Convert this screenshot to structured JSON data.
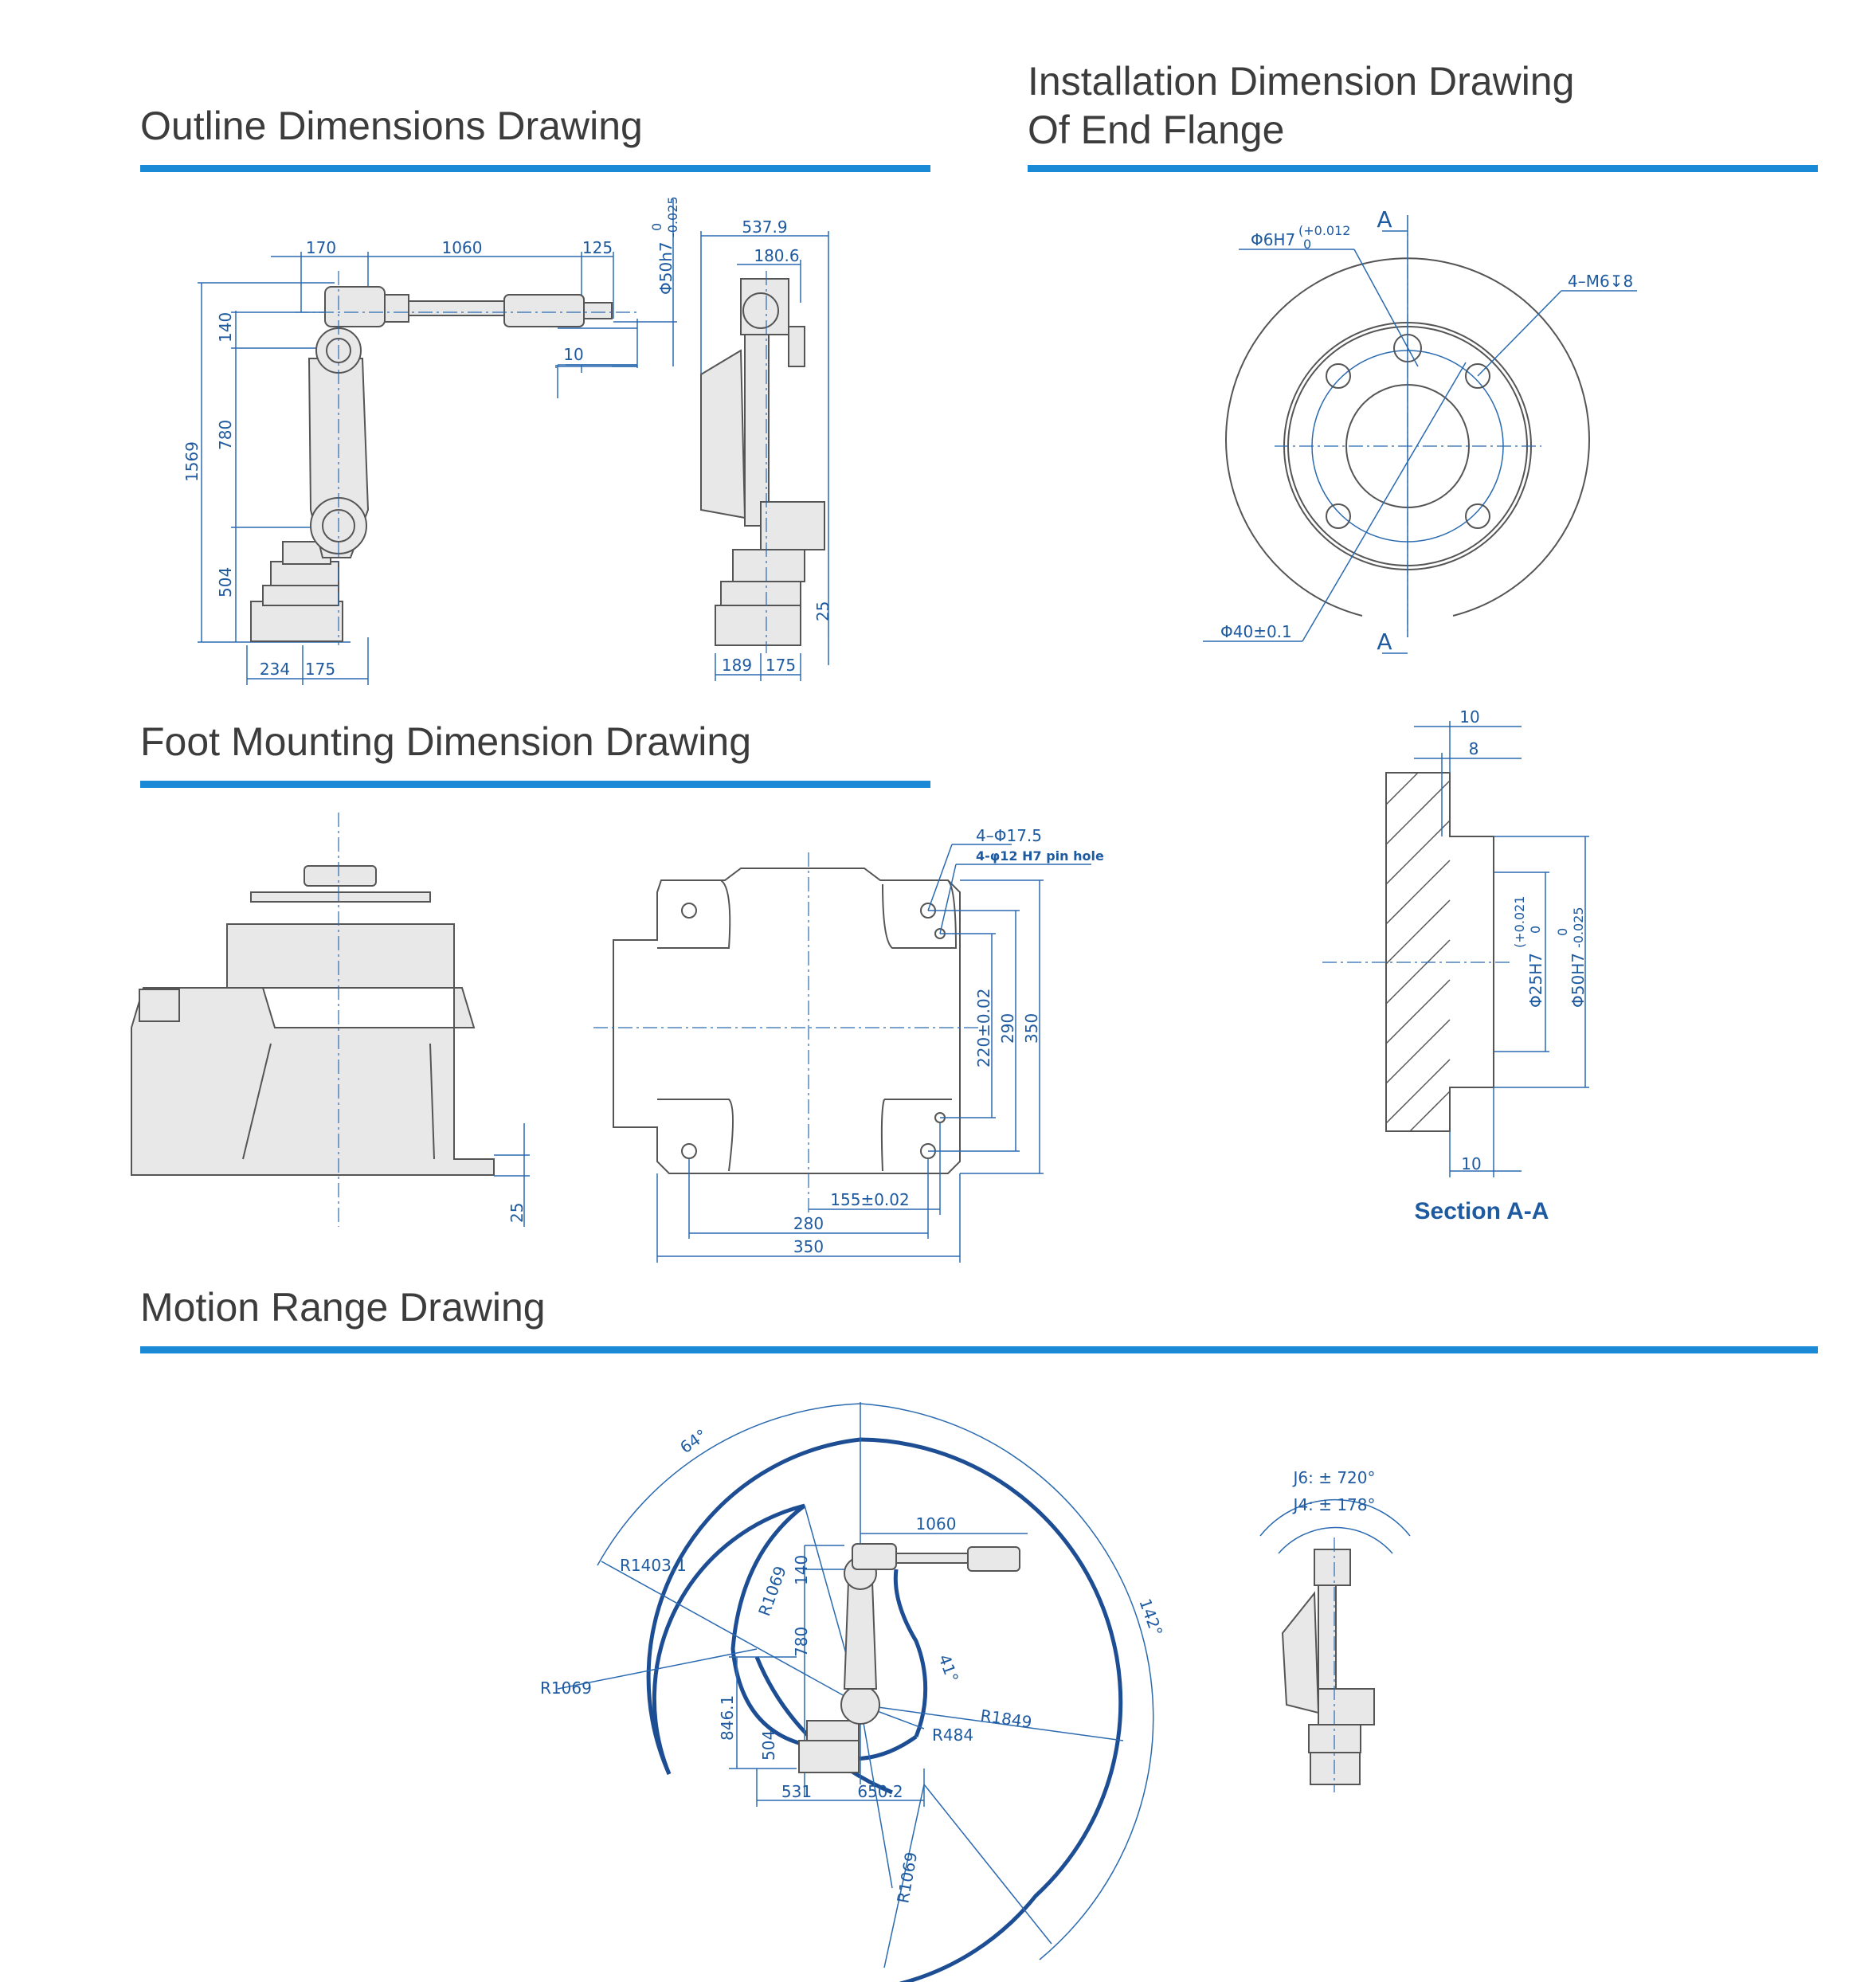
{
  "sections": {
    "outline": "Outline Dimensions Drawing",
    "flange_line1": "Installation Dimension Drawing",
    "flange_line2": "Of End Flange",
    "foot": "Foot Mounting Dimension Drawing",
    "motion": "Motion Range Drawing"
  },
  "colors": {
    "rule": "#1a8ad6",
    "dimension": "#1e5aa0",
    "title": "#3c3c3c",
    "envelope": "#1d4e94"
  },
  "outline_dims": {
    "top": [
      "170",
      "1060",
      "125"
    ],
    "flange_dia": "Φ50h7",
    "flange_tol_upper": "0",
    "flange_tol_lower": "-0.025",
    "offset": "10",
    "vertical": [
      "140",
      "780",
      "504"
    ],
    "total_height": "1569",
    "base": [
      "234",
      "175"
    ],
    "side_width": "537.9",
    "side_offset": "180.6",
    "side_base": [
      "189",
      "175"
    ],
    "side_plate": "25"
  },
  "flange_dims": {
    "marker_a": "A",
    "hole": "Φ6H7",
    "hole_tol_upper": "(+0.012",
    "hole_tol_lower": "0",
    "threads": "4–M6↧8",
    "pcd": "Φ40±0.1"
  },
  "section_dims": {
    "top1": "10",
    "top2": "8",
    "bottom": "10",
    "bore": "Φ25H7",
    "bore_tol_upper": "(+0.021",
    "bore_tol_lower": "0",
    "outer": "Φ50H7",
    "outer_tol_upper": "0",
    "outer_tol_lower": "-0.025",
    "label": "Section A-A"
  },
  "foot_dims": {
    "plate": "25",
    "holes": "4–Φ17.5",
    "pin_holes": "4-φ12 H7 pin hole",
    "v1": "220±0.02",
    "v2": "290",
    "v3": "350",
    "h1": "155±0.02",
    "h2": "280",
    "h3": "350"
  },
  "motion_dims": {
    "a1": "64°",
    "a2": "142°",
    "a3": "41°",
    "reach": "1060",
    "r1": "R1403.1",
    "r2": "R1069",
    "r3": "R1069",
    "r4": "R1849",
    "r5": "R484",
    "r6": "R1069",
    "v1": "140",
    "v2": "780",
    "v3": "846.1",
    "v4": "504",
    "h1": "531",
    "h2": "650.2",
    "j6": "J6: ± 720°",
    "j4": "J4: ± 178°"
  }
}
